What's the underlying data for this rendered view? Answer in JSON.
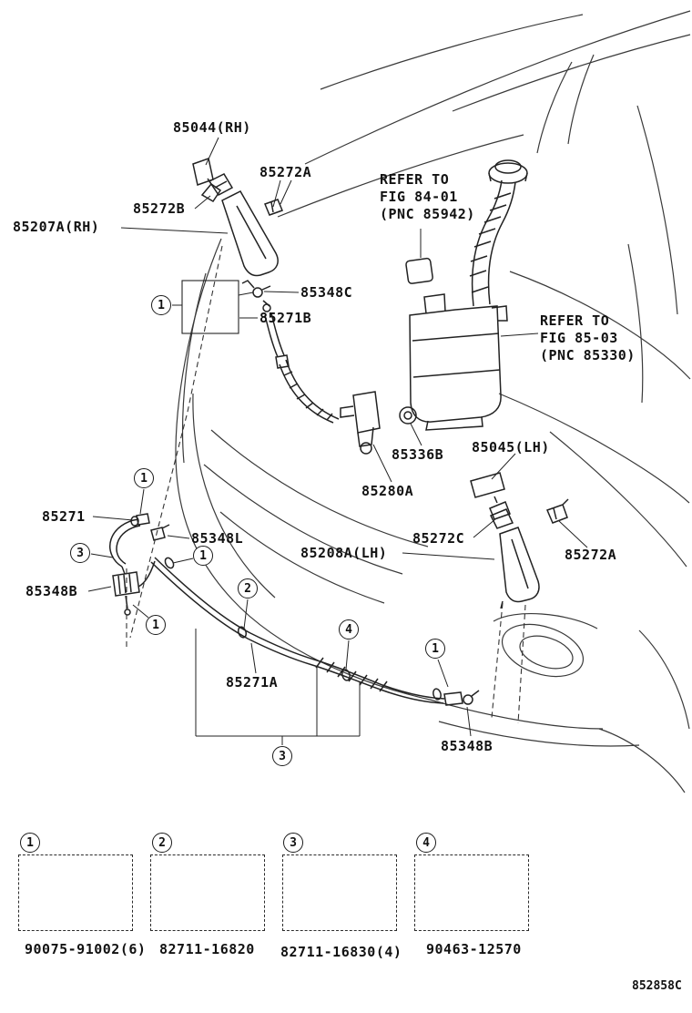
{
  "drawing_code": "852858C",
  "labels": {
    "p85044": "85044(RH)",
    "p85272a_top": "85272A",
    "p85272b": "85272B",
    "p85207a": "85207A(RH)",
    "p85348c": "85348C",
    "p85271b": "85271B",
    "p85336b": "85336B",
    "p85045": "85045(LH)",
    "p85280a": "85280A",
    "p85271": "85271",
    "p85348l": "85348L",
    "p85208a": "85208A(LH)",
    "p85272c": "85272C",
    "p85272a_right": "85272A",
    "p85348b_left": "85348B",
    "p85271a": "85271A",
    "p85348b_right": "85348B"
  },
  "references": {
    "fig8401": {
      "line1": "REFER TO",
      "line2": "FIG 84-01",
      "line3": "(PNC 85942)"
    },
    "fig8503": {
      "line1": "REFER TO",
      "line2": "FIG 85-03",
      "line3": "(PNC 85330)"
    }
  },
  "callouts": {
    "n1": "1",
    "n2": "2",
    "n3": "3",
    "n4": "4"
  },
  "legend": {
    "items": [
      {
        "num": "1",
        "part": "90075-91002(6)"
      },
      {
        "num": "2",
        "part": "82711-16820"
      },
      {
        "num": "3",
        "part": "82711-16830(4)"
      },
      {
        "num": "4",
        "part": "90463-12570"
      }
    ]
  }
}
